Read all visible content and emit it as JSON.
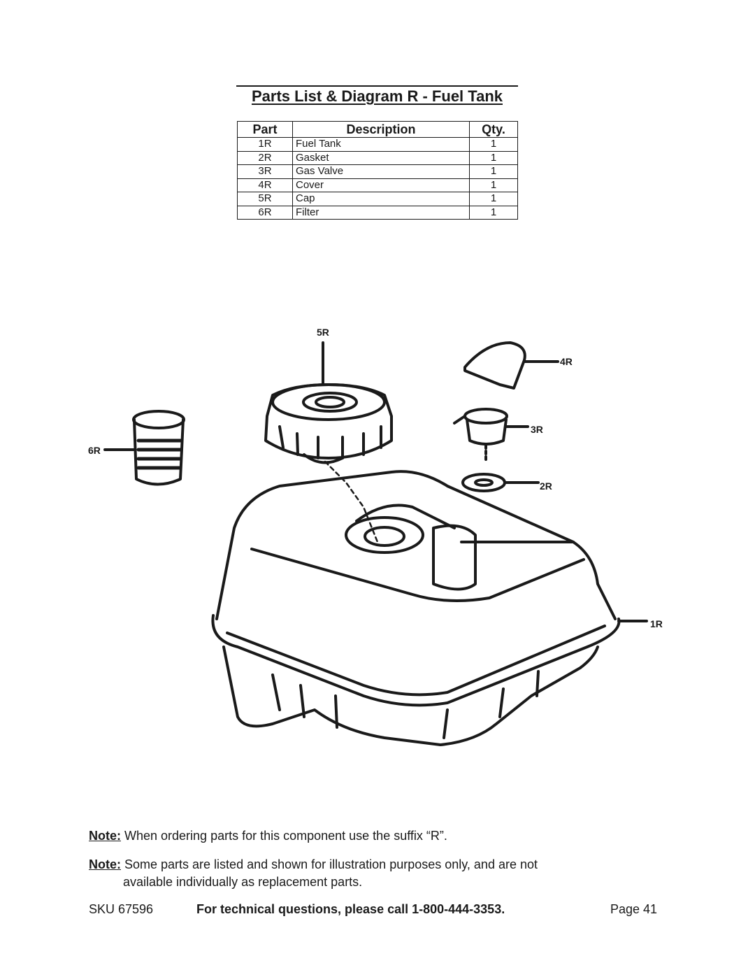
{
  "title": "Parts List & Diagram R - Fuel Tank",
  "table": {
    "headers": {
      "part": "Part",
      "description": "Description",
      "qty": "Qty."
    },
    "rows": [
      {
        "part": "1R",
        "description": "Fuel Tank",
        "qty": "1"
      },
      {
        "part": "2R",
        "description": "Gasket",
        "qty": "1"
      },
      {
        "part": "3R",
        "description": "Gas Valve",
        "qty": "1"
      },
      {
        "part": "4R",
        "description": "Cover",
        "qty": "1"
      },
      {
        "part": "5R",
        "description": "Cap",
        "qty": "1"
      },
      {
        "part": "6R",
        "description": "Filter",
        "qty": "1"
      }
    ]
  },
  "diagram": {
    "labels": {
      "r1": "1R",
      "r2": "2R",
      "r3": "3R",
      "r4": "4R",
      "r5": "5R",
      "r6": "6R"
    }
  },
  "notes": [
    {
      "label": "Note:",
      "text": " When ordering parts for this component use the suffix “R”."
    },
    {
      "label": "Note:",
      "text": "  Some parts are listed and shown for illustration purposes only, and are not",
      "text2": "available individually as replacement parts."
    }
  ],
  "footer": {
    "sku": "SKU 67596",
    "support": "For technical questions, please call 1-800-444-3353.",
    "page": "Page 41"
  }
}
